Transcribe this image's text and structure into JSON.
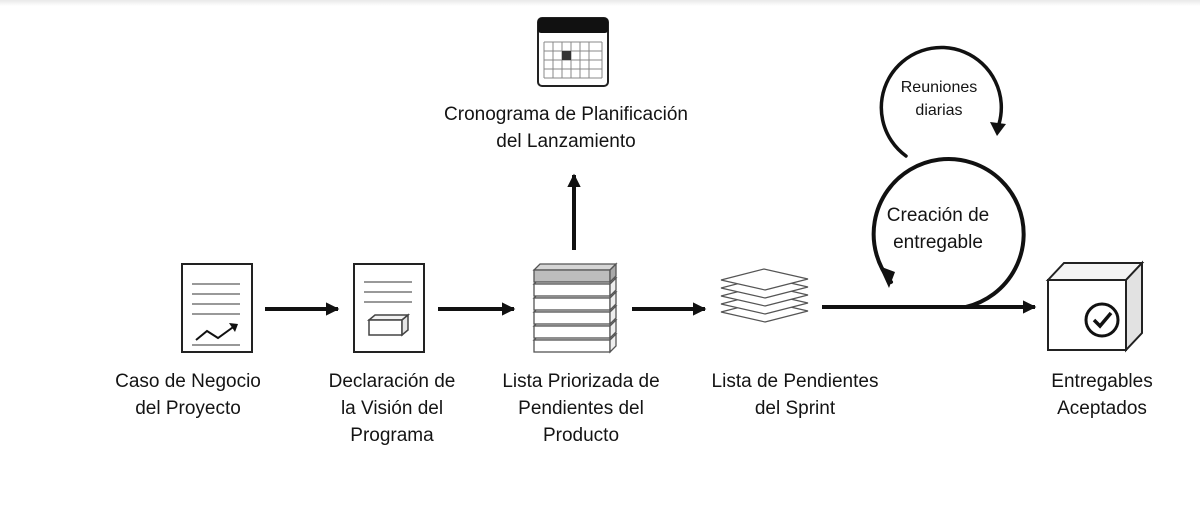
{
  "nodes": {
    "business_case": {
      "label": [
        "Caso de Negocio",
        "del Proyecto"
      ]
    },
    "vision_statement": {
      "label": [
        "Declaración de",
        "la Visión del",
        "Programa"
      ]
    },
    "prioritized_backlog": {
      "label": [
        "Lista Priorizada de",
        "Pendientes del",
        "Producto"
      ]
    },
    "release_schedule": {
      "label": [
        "Cronograma de Planificación",
        "del Lanzamiento"
      ]
    },
    "sprint_backlog": {
      "label": [
        "Lista de Pendientes",
        "del Sprint"
      ]
    },
    "accepted_deliverables": {
      "label": [
        "Entregables",
        "Aceptados"
      ]
    }
  },
  "cycles": {
    "daily_standup": {
      "label": [
        "Reuniones",
        "diarias"
      ]
    },
    "create_deliverables": {
      "label": [
        "Creación de",
        "entregable"
      ]
    }
  },
  "icons": {
    "business_case": "document-chart-icon",
    "vision_statement": "document-box-icon",
    "prioritized_backlog": "stacked-list-icon",
    "release_schedule": "calendar-icon",
    "sprint_backlog": "stacked-papers-icon",
    "accepted_deliverables": "checked-box-icon"
  }
}
